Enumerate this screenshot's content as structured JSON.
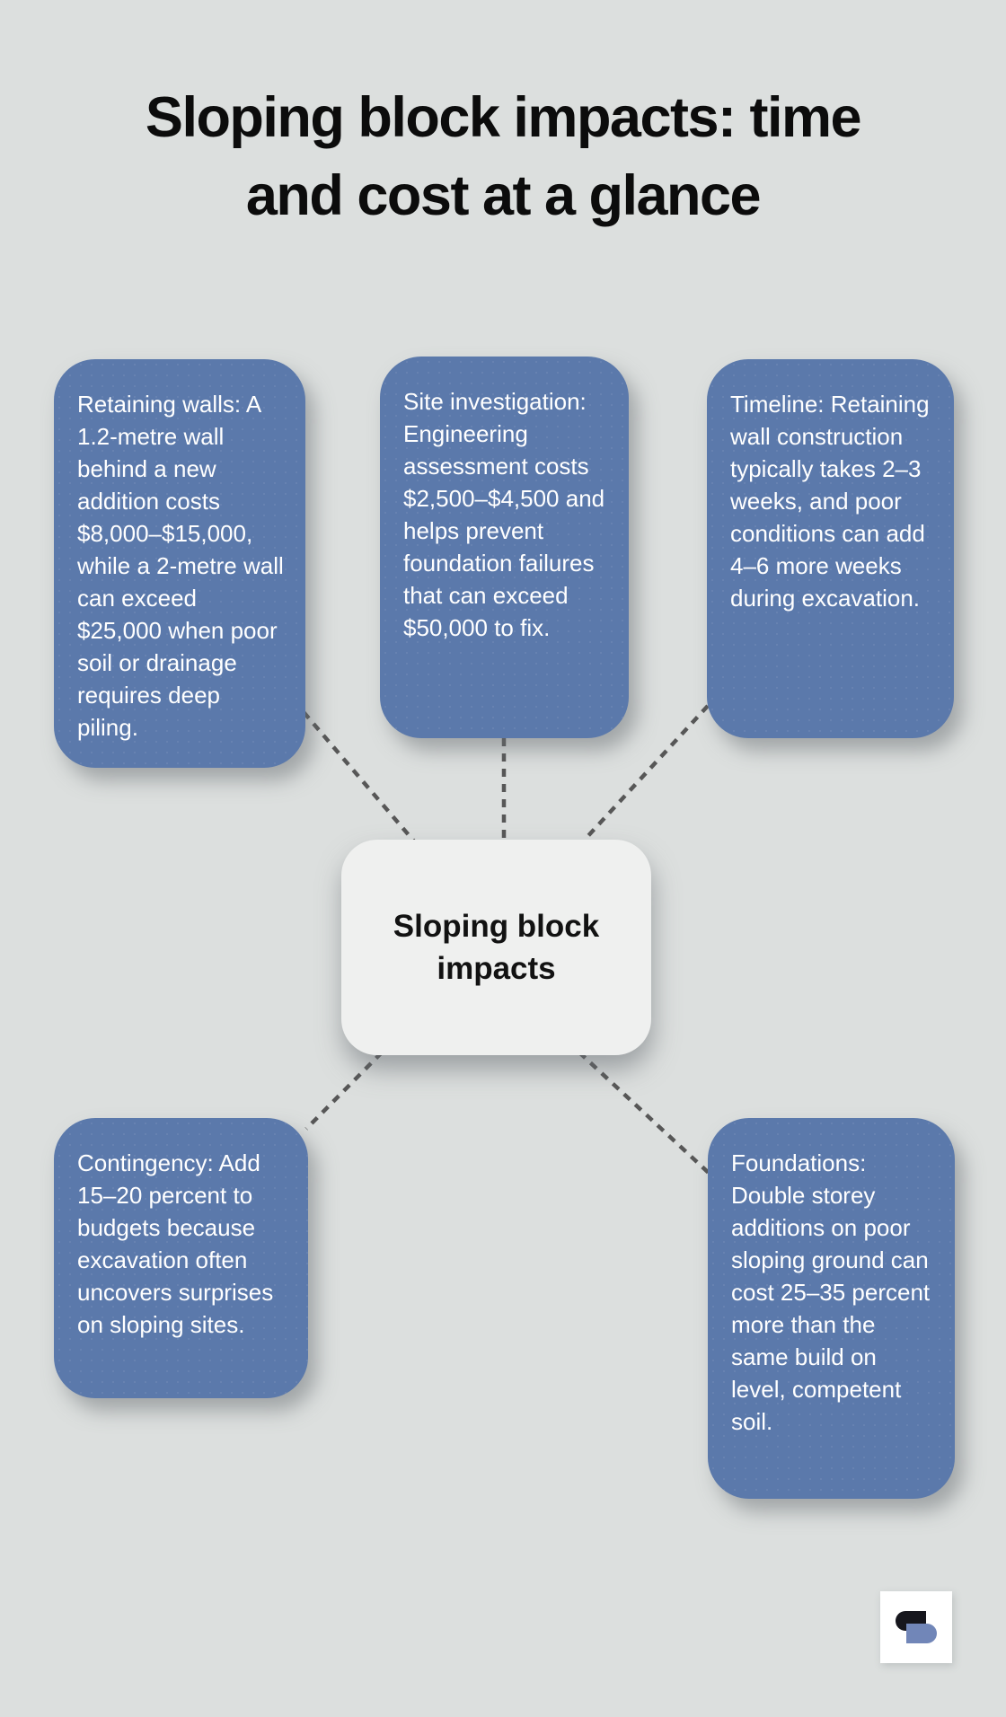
{
  "title": {
    "full": "Sloping block impacts: time and cost at a glance",
    "lines": [
      "Sloping block impacts: time",
      "and cost at a glance"
    ]
  },
  "center_node": {
    "label": "Sloping block impacts"
  },
  "branch_nodes": [
    {
      "name": "retaining-walls",
      "text": "Retaining walls: A 1.2-metre wall behind a new addition costs $8,000–$15,000, while a 2-metre wall can exceed $25,000 when poor soil or drainage requires deep piling."
    },
    {
      "name": "site-investigation",
      "text": "Site investigation: Engineering assessment costs $2,500–$4,500 and helps prevent foundation failures that can exceed $50,000 to fix."
    },
    {
      "name": "timeline",
      "text": "Timeline: Retaining wall construction typically takes 2–3 weeks, and poor conditions can add 4–6 more weeks during excavation."
    },
    {
      "name": "contingency",
      "text": "Contingency: Add 15–20 percent to budgets because excavation often uncovers surprises on sloping sites."
    },
    {
      "name": "foundations",
      "text": "Foundations: Double storey additions on poor sloping ground can cost 25–35 percent more than the same build on level, competent soil."
    }
  ],
  "logo": {
    "icon": "s-logo-icon"
  },
  "colors": {
    "background": "#dcdfde",
    "branch_fill": "#5b79ab",
    "branch_text": "#ffffff",
    "center_fill": "#eff0ef",
    "center_text": "#121212",
    "title_text": "#0c0c0c",
    "connector": "#575757",
    "logo_black": "#16161d",
    "logo_blue": "#7186b8"
  }
}
